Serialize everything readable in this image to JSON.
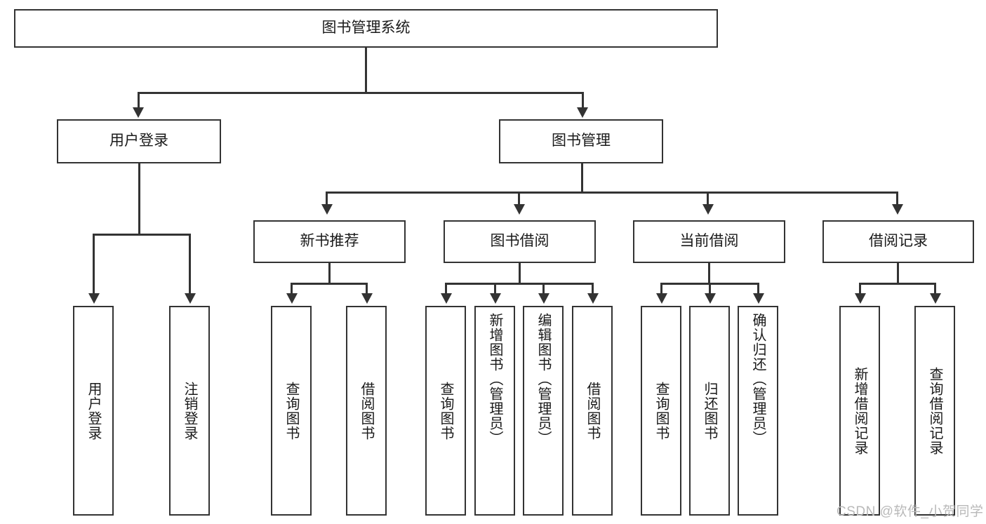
{
  "diagram": {
    "title": "图书管理系统",
    "type": "tree-hierarchy-chart",
    "root": {
      "label": "图书管理系统"
    },
    "level2": [
      {
        "label": "用户登录"
      },
      {
        "label": "图书管理"
      }
    ],
    "level3": [
      {
        "label": "新书推荐"
      },
      {
        "label": "图书借阅"
      },
      {
        "label": "当前借阅"
      },
      {
        "label": "借阅记录"
      }
    ],
    "leaves": {
      "user_login": [
        {
          "label": "用户登录"
        },
        {
          "label": "注销登录"
        }
      ],
      "new_book_recommend": [
        {
          "label": "查询图书"
        },
        {
          "label": "借阅图书"
        }
      ],
      "book_borrow": [
        {
          "label": "查询图书"
        },
        {
          "label": "新增图书（管理员）"
        },
        {
          "label": "编辑图书（管理员）"
        },
        {
          "label": "借阅图书"
        }
      ],
      "current_borrow": [
        {
          "label": "查询图书"
        },
        {
          "label": "归还图书"
        },
        {
          "label": "确认归还（管理员）"
        }
      ],
      "borrow_record": [
        {
          "label": "新增借阅记录"
        },
        {
          "label": "查询借阅记录"
        }
      ]
    }
  },
  "watermark": {
    "text": "CSDN @软件_小贺同学"
  },
  "colors": {
    "stroke": "#333333",
    "fill": "#ffffff",
    "text": "#1a1a1a",
    "watermark": "#b9b9b9"
  }
}
